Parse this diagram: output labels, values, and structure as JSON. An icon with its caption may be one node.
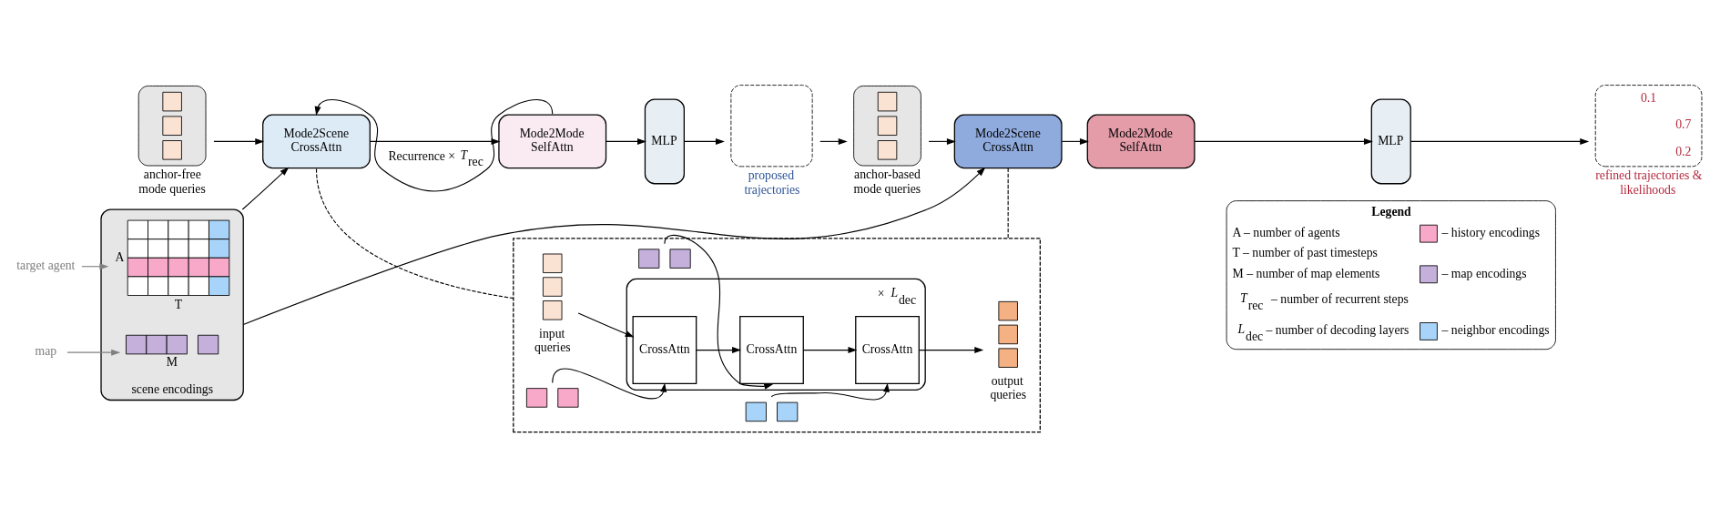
{
  "diagram": {
    "nodes": [
      {
        "text": [
          "anchor-free mode queries"
        ]
      },
      {
        "text": [
          "Mode2Scene CrossAttn"
        ]
      },
      {
        "text": [
          "Mode2Mode SelfAttn"
        ]
      },
      {
        "text": [
          "MLP"
        ]
      },
      {
        "text": [
          "proposed trajectories"
        ]
      },
      {
        "text": [
          "anchor-based mode queries"
        ]
      },
      {
        "text": [
          "Mode2Scene CrossAttn"
        ]
      },
      {
        "text": [
          "Mode2Mode SelfAttn"
        ]
      },
      {
        "text": [
          "MLP"
        ]
      },
      {
        "text": [
          "0.1",
          "0.7",
          "0.2",
          "refined trajectories & likelihoods"
        ]
      },
      {
        "text": [
          "scene encodings"
        ]
      },
      {
        "text": [],
        "shape": "grid",
        "in": 10,
        "beside": [
          "A",
          "T"
        ]
      },
      {
        "text": [],
        "shape": "bar",
        "in": 10,
        "beside": [
          "M"
        ]
      },
      {
        "text": [
          "target agent"
        ]
      },
      {
        "text": [
          "map"
        ]
      },
      {
        "text": [],
        "shape": "box"
      },
      {
        "text": [
          "input queries"
        ],
        "in": 15
      },
      {
        "text": [
          "× *L*$_{dec}$"
        ],
        "in": 15
      },
      {
        "text": [
          "CrossAttn"
        ],
        "in": 17
      },
      {
        "text": [
          "CrossAttn"
        ],
        "in": 17
      },
      {
        "text": [
          "CrossAttn"
        ],
        "in": 17
      },
      {
        "text": [
          "output queries"
        ],
        "in": 15
      },
      {
        "text": [],
        "shape": "bar",
        "in": 15
      },
      {
        "text": [],
        "shape": "bar",
        "in": 15
      },
      {
        "text": [],
        "shape": "bar",
        "in": 15
      }
    ],
    "edges": [
      {
        "from": 0,
        "to": 1,
        "arrow": "to"
      },
      {
        "from": 1,
        "to": 2,
        "arrow": "to"
      },
      {
        "from": 2,
        "to": 3,
        "arrow": "to"
      },
      {
        "from": 3,
        "to": 4,
        "arrow": "to"
      },
      {
        "from": 4,
        "to": 5,
        "arrow": "to"
      },
      {
        "from": 5,
        "to": 6,
        "arrow": "to"
      },
      {
        "from": 6,
        "to": 7,
        "arrow": "to"
      },
      {
        "from": 7,
        "to": 8,
        "arrow": "to"
      },
      {
        "from": 8,
        "to": 9,
        "arrow": "to"
      },
      {
        "from": 2,
        "to": 1,
        "arrow": "to",
        "label": "Recurrence × *T*$_{rec}$"
      },
      {
        "from": 10,
        "to": 1,
        "arrow": "to"
      },
      {
        "from": 10,
        "to": 6,
        "arrow": "to"
      },
      {
        "from": 13,
        "to": 11,
        "arrow": "to",
        "color": "#808080"
      },
      {
        "from": 14,
        "to": 12,
        "arrow": "to",
        "color": "#808080"
      },
      {
        "from": 1,
        "to": 15,
        "arrow": "none",
        "style": "dashed"
      },
      {
        "from": 6,
        "to": 15,
        "arrow": "none",
        "style": "dashed"
      },
      {
        "from": 16,
        "to": 18,
        "arrow": "to"
      },
      {
        "from": 18,
        "to": 19,
        "arrow": "to"
      },
      {
        "from": 19,
        "to": 20,
        "arrow": "to"
      },
      {
        "from": 20,
        "to": 21,
        "arrow": "to"
      },
      {
        "from": 22,
        "to": 18,
        "arrow": "to"
      },
      {
        "from": 23,
        "to": 19,
        "arrow": "to"
      },
      {
        "from": 24,
        "to": 20,
        "arrow": "to"
      }
    ],
    "labels": [
      "Legend",
      "A – number of agents",
      "T – number of past timesteps",
      "M – number of map elements",
      "*T*$_{rec}$ – number of recurrent steps",
      "*L*$_{dec}$ – number of decoding layers"
    ],
    "legend": [
      {
        "text": "– history encodings",
        "color": "#f8a8c8"
      },
      {
        "text": "– map encodings",
        "color": "#c5b0dc"
      },
      {
        "text": "– neighbor encodings",
        "color": "#a8d4fa"
      }
    ]
  }
}
